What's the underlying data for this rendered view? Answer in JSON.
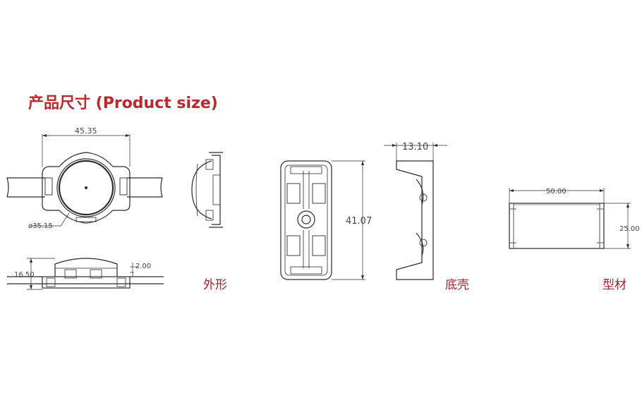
{
  "title": "产品尺寸 (Product size)",
  "captions": {
    "outline": "外形",
    "base": "底壳",
    "profile": "型材"
  },
  "dimensions": {
    "module_width": "45.35",
    "lens_diameter": "ø35.15",
    "module_height": "16.50",
    "base_thickness": "2.00",
    "base_length": "41.07",
    "base_depth": "13.10",
    "profile_width": "50.00",
    "profile_height": "25.00"
  },
  "colors": {
    "title": "#c0272d",
    "caption": "#a8202a",
    "line": "#2a2a2a"
  }
}
